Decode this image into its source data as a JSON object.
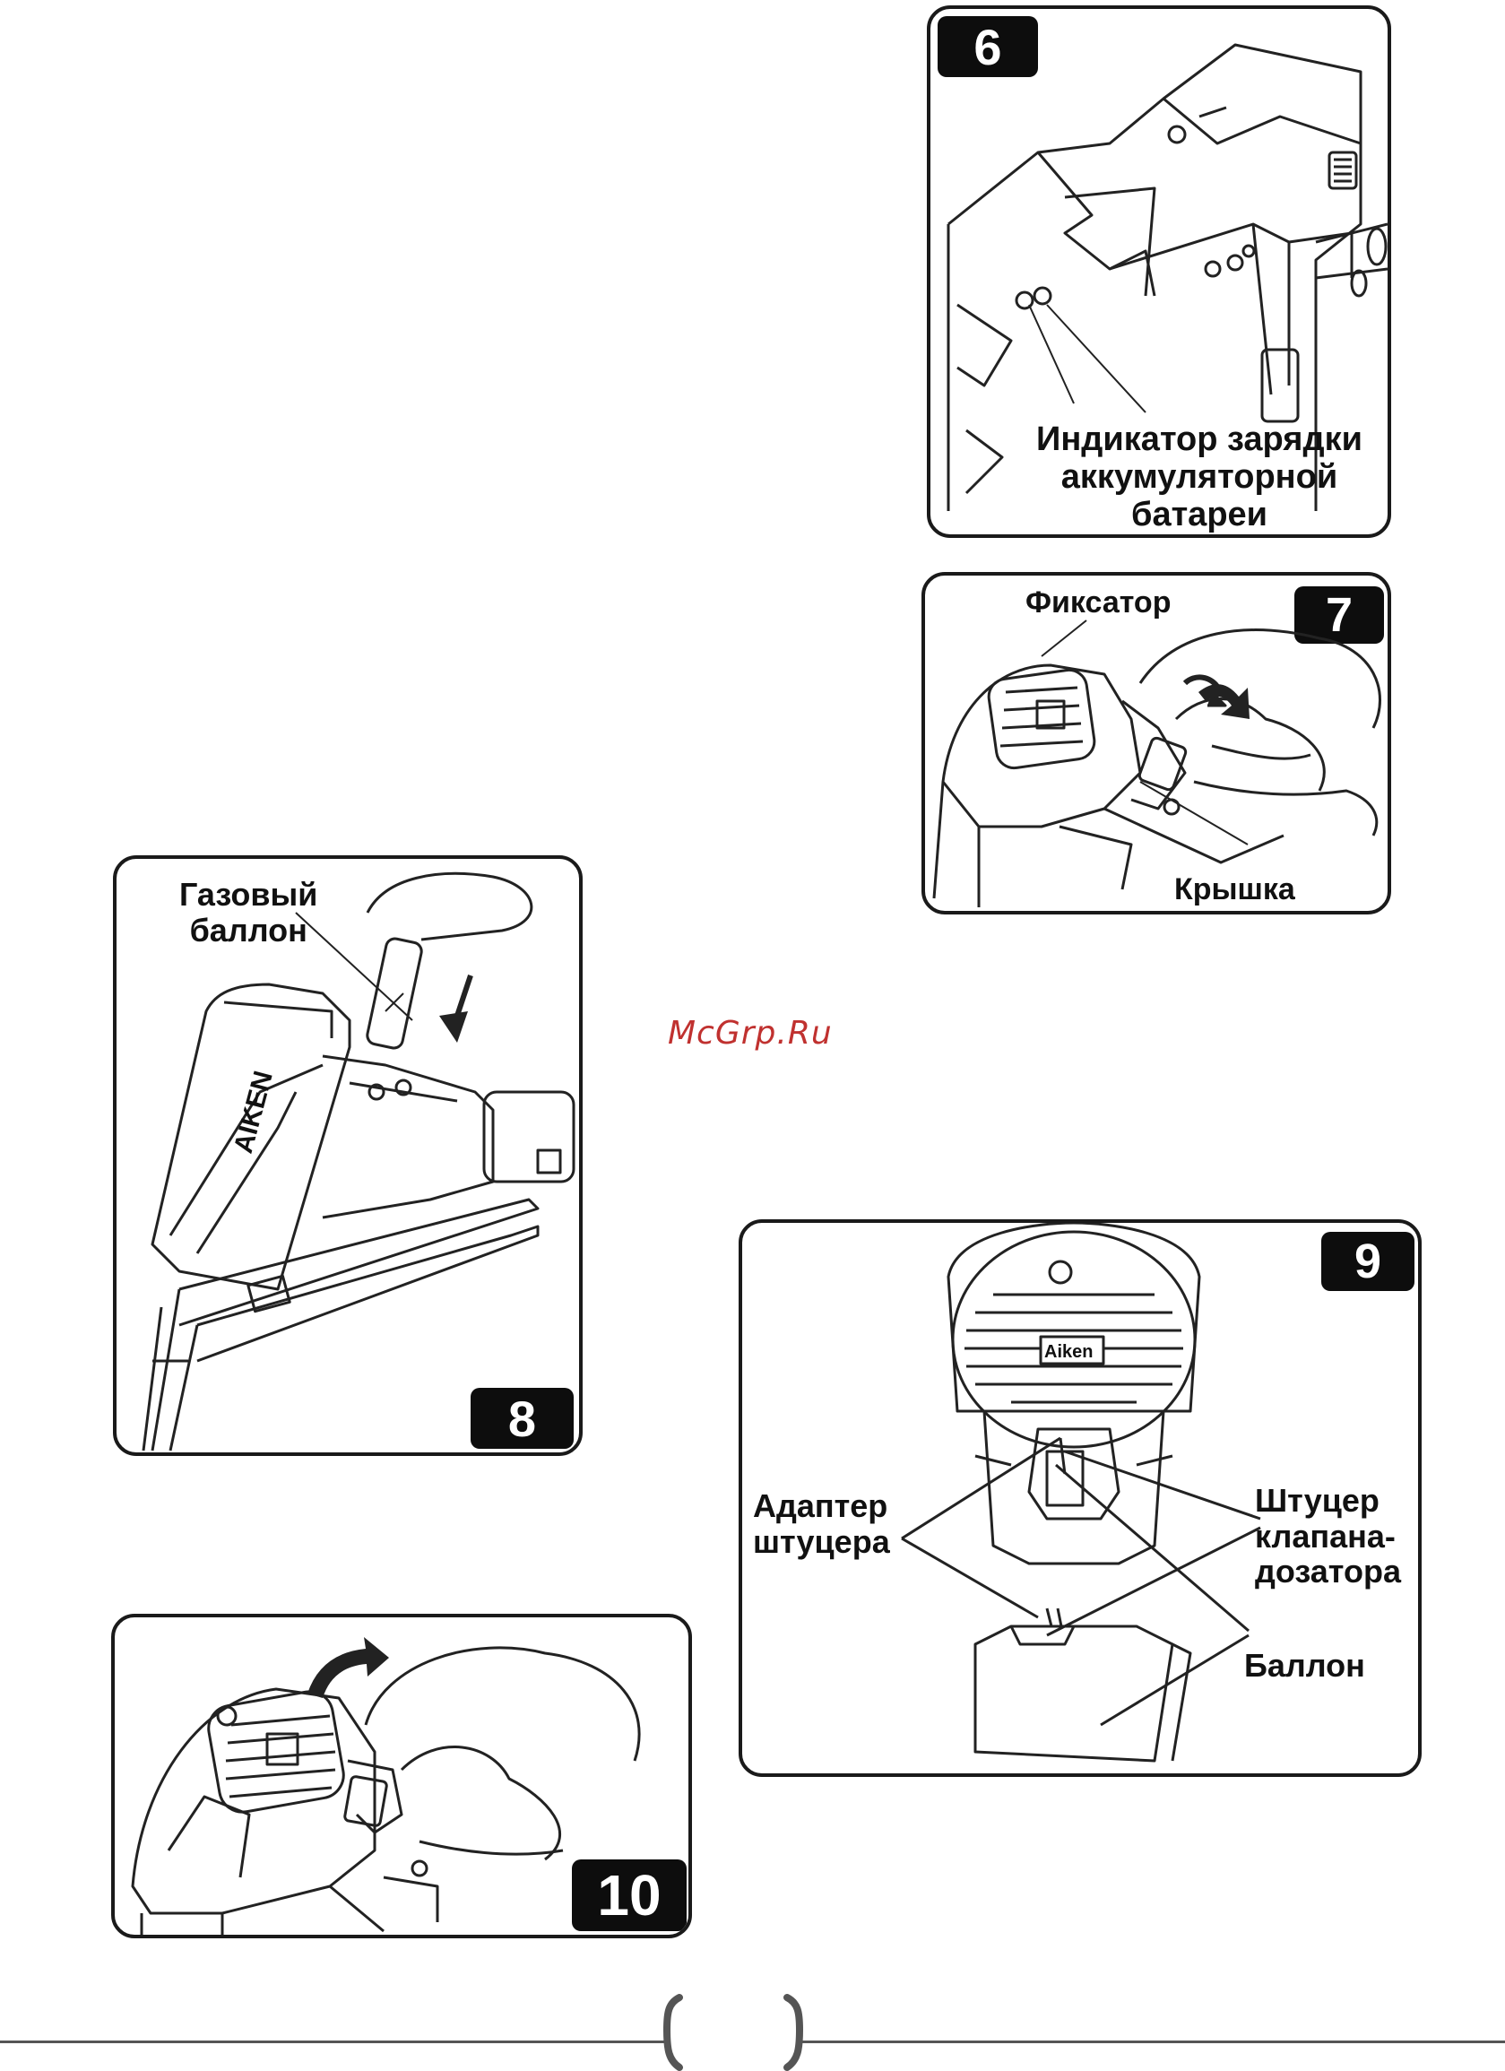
{
  "watermark": "McGrp.Ru",
  "figures": {
    "fig6": {
      "number": "6",
      "callout": "Индикатор зарядки\nаккумуляторной\nбатареи"
    },
    "fig7": {
      "number": "7",
      "callout_latch": "Фиксатор",
      "callout_cover": "Крышка"
    },
    "fig8": {
      "number": "8",
      "callout": "Газовый\nбаллон",
      "brand": "AIKEN"
    },
    "fig9": {
      "number": "9",
      "brand": "Aiken",
      "callout_adapter": "Адаптер\nштуцера",
      "callout_fitting": "Штуцер\nклапана-\nдозатора",
      "callout_canister": "Баллон"
    },
    "fig10": {
      "number": "10"
    }
  },
  "footer": {
    "page_number": ""
  }
}
